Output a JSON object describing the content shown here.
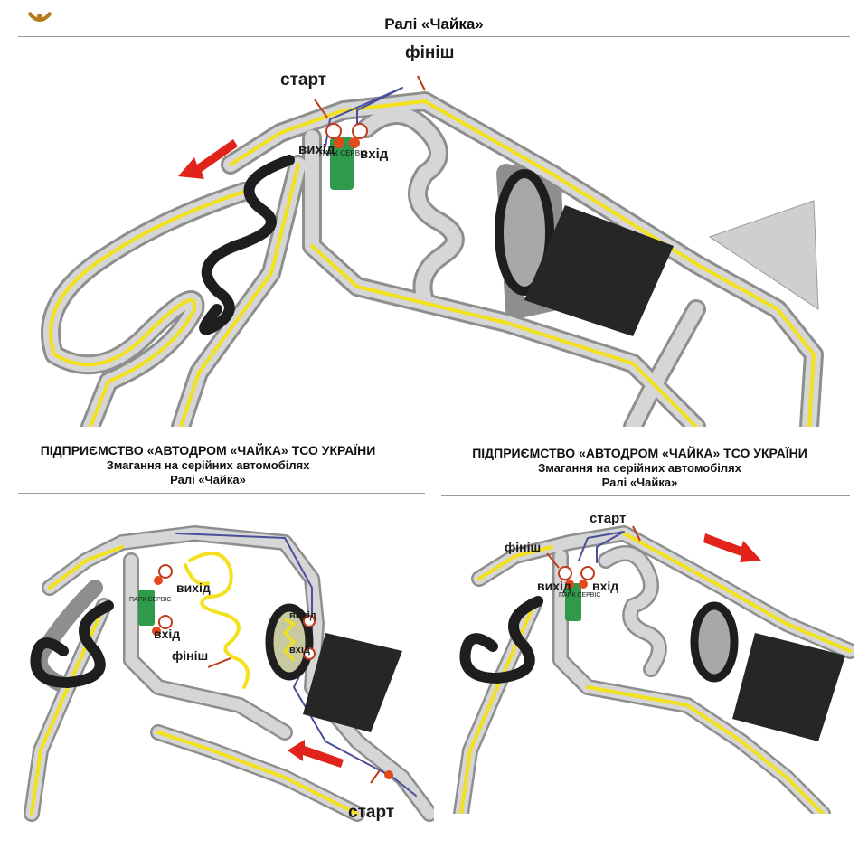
{
  "top": {
    "title": "Ралі «Чайка»",
    "labels": {
      "start": "старт",
      "finish": "фініш",
      "exit": "вихід",
      "entry": "вхід",
      "service": "ПАРК СЕРВІС"
    }
  },
  "bottom_left": {
    "org": "ПІДПРИЄМСТВО «АВТОДРОМ «ЧАЙКА» ТСО УКРАЇНИ",
    "subtitle": "Змагання на серійних автомобілях",
    "title": "Ралі «Чайка»",
    "labels": {
      "start": "старт",
      "finish": "фініш",
      "exit": "вихід",
      "entry": "вхід",
      "service": "ПАРК СЕРВІС"
    }
  },
  "bottom_right": {
    "org": "ПІДПРИЄМСТВО «АВТОДРОМ «ЧАЙКА» ТСО УКРАЇНИ",
    "subtitle": "Змагання на серійних автомобілях",
    "title": "Ралі «Чайка»",
    "labels": {
      "start": "старт",
      "finish": "фініш",
      "exit": "вихід",
      "entry": "вхід",
      "service": "ПАРК СЕРВІС"
    }
  },
  "colors": {
    "road": "#c9c9c9",
    "road_edge": "#8e8e8e",
    "route": "#f2e11b",
    "karting": "#1e1e1e",
    "building": "#262626",
    "service": "#2f9a49",
    "arrow": "#e1231b",
    "control": "#e24a1c",
    "path": "#4a4f9b"
  },
  "icons": [
    "direction-arrow-icon",
    "time-control-icon",
    "service-park-icon",
    "logo-icon"
  ]
}
